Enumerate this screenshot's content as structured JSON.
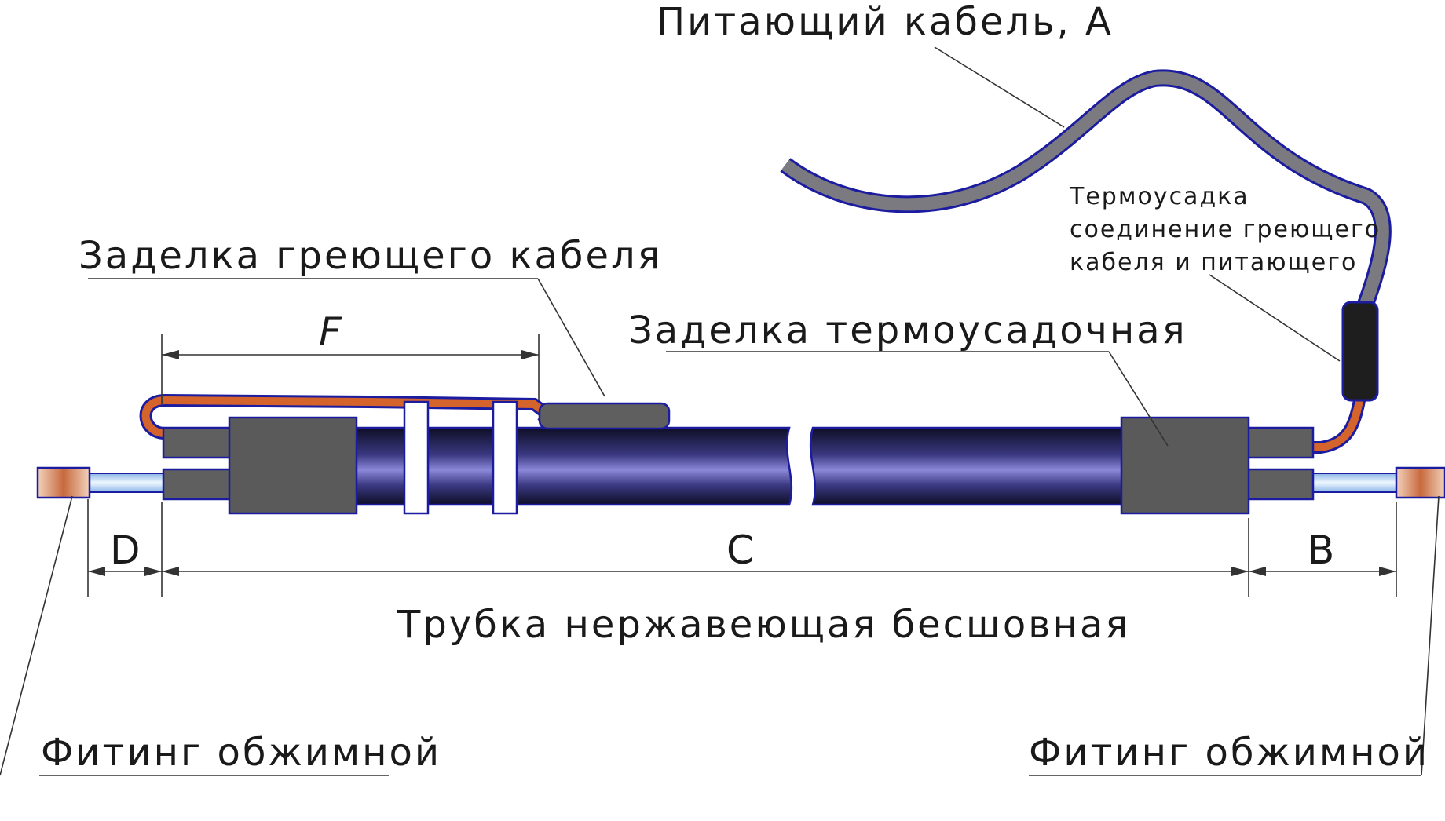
{
  "labels": {
    "power_cable": "Питающий кабель, A",
    "heating_cable_termination": "Заделка греющего кабеля",
    "heatshrink_termination": "Заделка термоусадочная",
    "splice_line1": "Термоусадка",
    "splice_line2": "соединение греющего",
    "splice_line3": "кабеля и питающего",
    "tube": "Трубка нержавеющая бесшовная",
    "fitting_left": "Фитинг обжимной",
    "fitting_right": "Фитинг обжимной"
  },
  "dimensions": {
    "F": "F",
    "D": "D",
    "C": "C",
    "B": "B"
  },
  "colors": {
    "tube_dark": "#14142e",
    "tube_light": "#8a88d8",
    "gray_part": "#5f5f5f",
    "orange_cable": "#d4642c",
    "outline": "#1c1ca0",
    "steel_tube": "#bcd8f0",
    "fitting_copper": "#c8774e"
  }
}
